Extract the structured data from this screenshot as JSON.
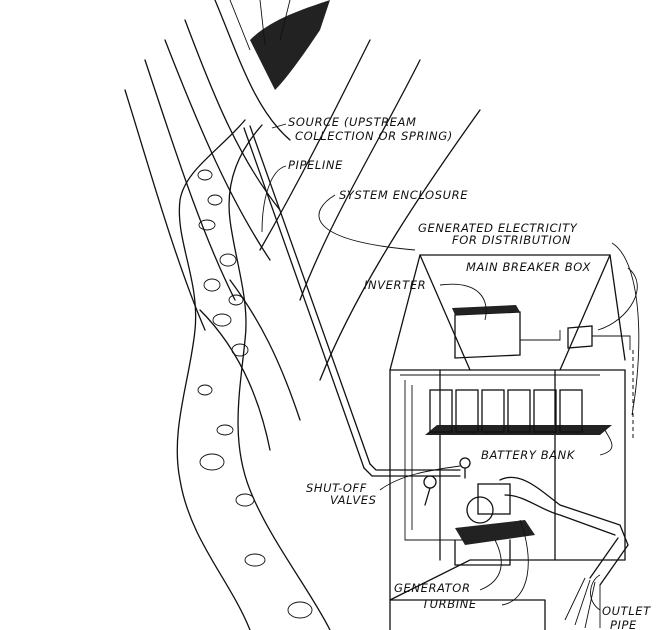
{
  "diagram": {
    "labels": {
      "source_line1": "SOURCE (UPSTREAM",
      "source_line2": "COLLECTION OR SPRING)",
      "pipeline": "PIPELINE",
      "system_enclosure": "SYSTEM ENCLOSURE",
      "generated_line1": "GENERATED ELECTRICITY",
      "generated_line2": "FOR DISTRIBUTION",
      "main_breaker_box": "MAIN BREAKER BOX",
      "inverter": "INVERTER",
      "battery_bank": "BATTERY BANK",
      "shutoff_line1": "SHUT-OFF",
      "shutoff_line2": "VALVES",
      "generator": "GENERATOR",
      "turbine": "TURBINE",
      "outlet_line1": "OUTLET",
      "outlet_line2": "PIPE"
    }
  }
}
